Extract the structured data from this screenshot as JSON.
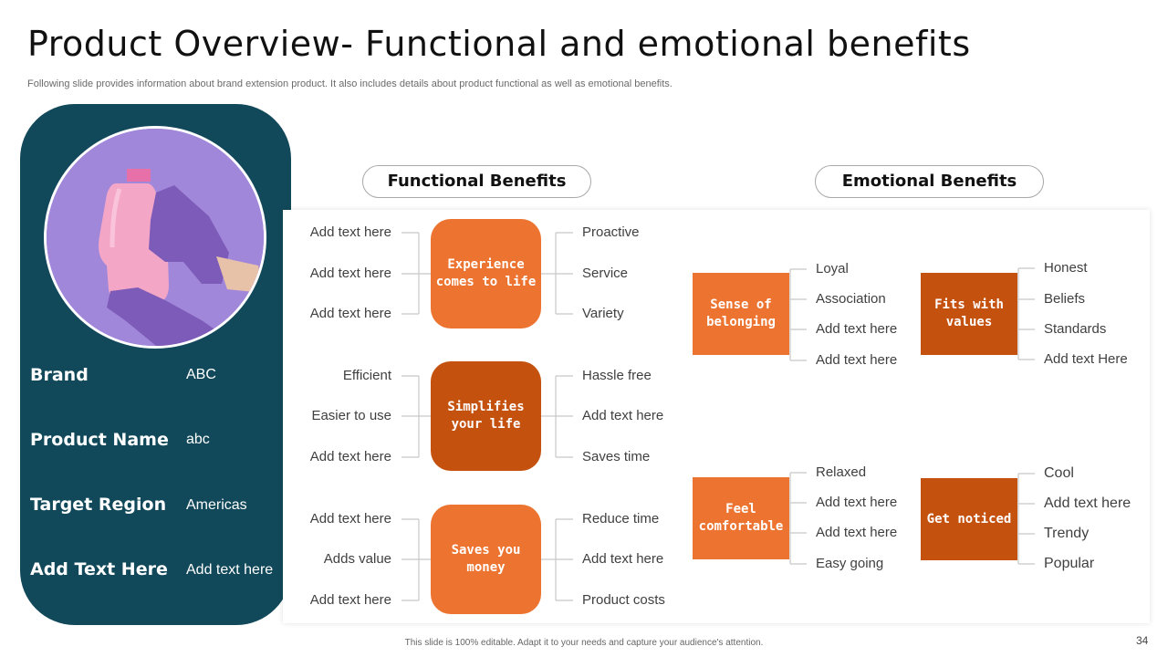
{
  "title": "Product Overview- Functional and emotional benefits",
  "subtitle": "Following slide provides information about brand extension product. It also includes details about product functional as well as emotional benefits.",
  "product_info": [
    {
      "key": "Brand",
      "value": "ABC"
    },
    {
      "key": "Product Name",
      "value": "abc"
    },
    {
      "key": "Target Region",
      "value": "Americas"
    },
    {
      "key": "Add Text Here",
      "value": "Add text here"
    }
  ],
  "headers": {
    "functional": "Functional Benefits",
    "emotional": "Emotional Benefits"
  },
  "functional": [
    {
      "label": "Experience comes to life",
      "left": [
        "Add text here",
        "Add text here",
        "Add text here"
      ],
      "right": [
        "Proactive",
        "Service",
        "Variety"
      ]
    },
    {
      "label": "Simplifies your life",
      "left": [
        "Efficient",
        "Easier to use",
        "Add text here"
      ],
      "right": [
        "Hassle free",
        "Add text here",
        "Saves time"
      ]
    },
    {
      "label": "Saves you money",
      "left": [
        "Add text here",
        "Adds value",
        "Add text here"
      ],
      "right": [
        "Reduce time",
        "Add text here",
        "Product costs"
      ]
    }
  ],
  "emotional": [
    {
      "label": "Sense of belonging",
      "items": [
        "Loyal",
        "Association",
        "Add text here",
        "Add text here"
      ]
    },
    {
      "label": "Fits with values",
      "items": [
        "Honest",
        "Beliefs",
        "Standards",
        "Add text Here"
      ]
    },
    {
      "label": "Feel comfortable",
      "items": [
        "Relaxed",
        "Add text here",
        "Add text here",
        "Easy going"
      ]
    },
    {
      "label": "Get noticed",
      "items": [
        "Cool",
        "Add text here",
        "Trendy",
        "Popular"
      ]
    }
  ],
  "colors": {
    "panel": "#12495a",
    "orange_light": "#ec7430",
    "orange_dark": "#c5510f"
  },
  "footer": "This slide is 100% editable. Adapt it to your needs and capture your audience's attention.",
  "page_number": "34"
}
